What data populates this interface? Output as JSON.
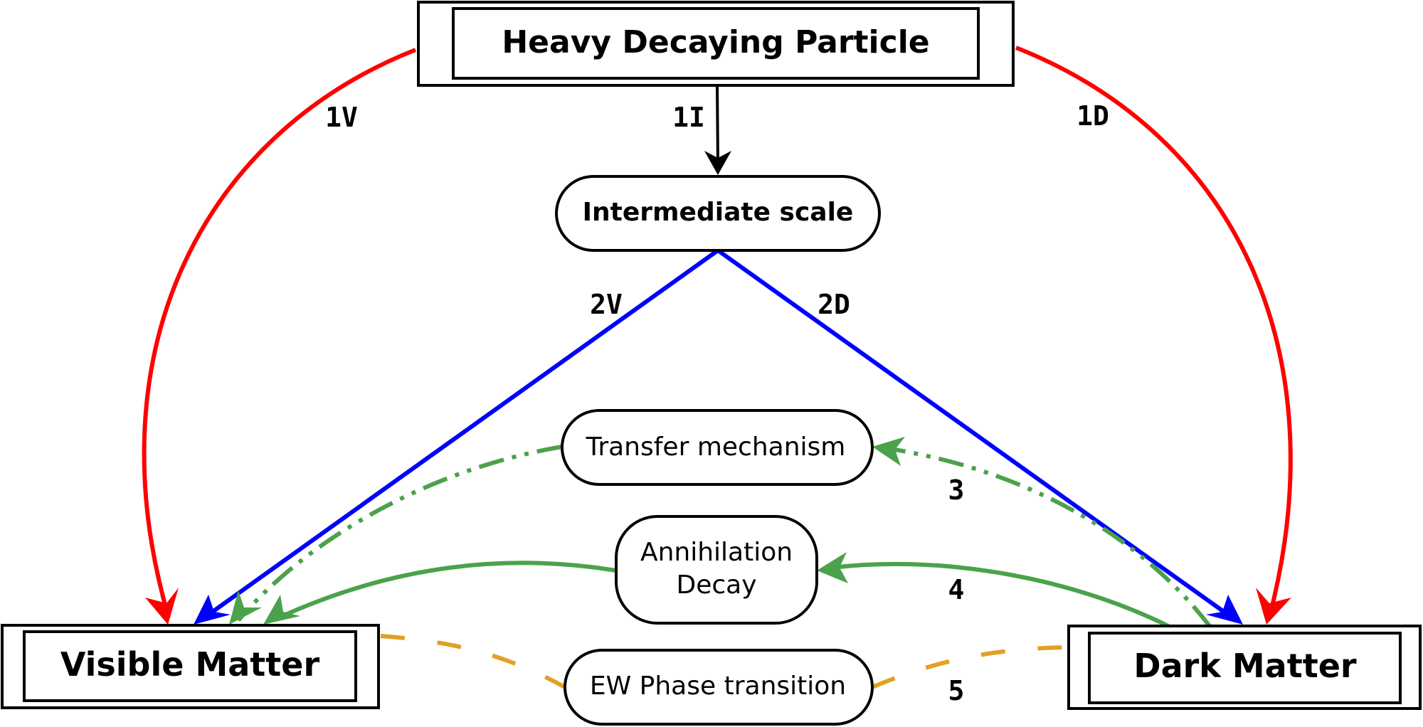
{
  "nodes": {
    "heavy": "Heavy Decaying Particle",
    "intermediate": "Intermediate scale",
    "transfer": "Transfer mechanism",
    "annihilation_line1": "Annihilation",
    "annihilation_line2": "Decay",
    "ew": "EW Phase transition",
    "visible": "Visible Matter",
    "dark": "Dark Matter"
  },
  "edges": {
    "e1v": "1V",
    "e1i": "1I",
    "e1d": "1D",
    "e2v": "2V",
    "e2d": "2D",
    "e3": "3",
    "e4": "4",
    "e5": "5"
  },
  "colors": {
    "red": "#ff0000",
    "blue": "#0000ff",
    "black": "#000000",
    "green": "#4ca14c",
    "orange": "#e1a125"
  }
}
